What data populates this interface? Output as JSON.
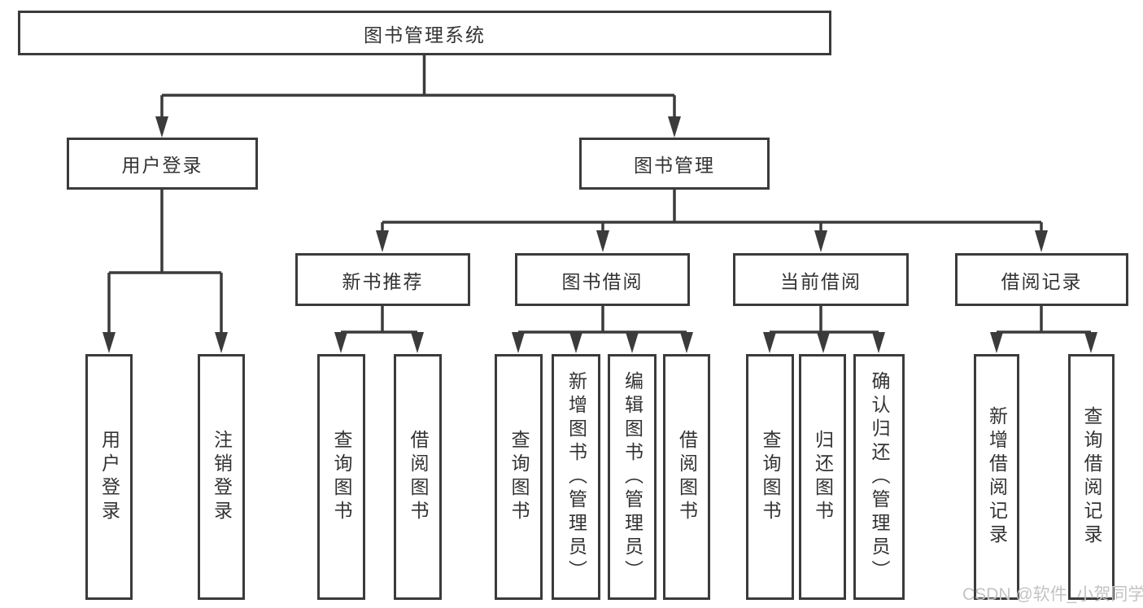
{
  "nodes": {
    "root": "图书管理系统",
    "user_login": "用户登录",
    "book_mgmt": "图书管理",
    "new_books": "新书推荐",
    "book_borrow": "图书借阅",
    "current_borrow": "当前借阅",
    "borrow_records": "借阅记录",
    "leaf_user_login": "用户登录",
    "leaf_logout": "注销登录",
    "leaf_nb_query": "查询图书",
    "leaf_nb_borrow": "借阅图书",
    "leaf_bb_query": "查询图书",
    "leaf_bb_add": "新增图书（管理员）",
    "leaf_bb_edit": "编辑图书（管理员）",
    "leaf_bb_borrow": "借阅图书",
    "leaf_cb_query": "查询图书",
    "leaf_cb_return": "归还图书",
    "leaf_cb_confirm": "确认归还（管理员）",
    "leaf_br_add": "新增借阅记录",
    "leaf_br_query": "查询借阅记录"
  },
  "hierarchy": {
    "root": [
      "user_login",
      "book_mgmt"
    ],
    "user_login": [
      "leaf_user_login",
      "leaf_logout"
    ],
    "book_mgmt": [
      "new_books",
      "book_borrow",
      "current_borrow",
      "borrow_records"
    ],
    "new_books": [
      "leaf_nb_query",
      "leaf_nb_borrow"
    ],
    "book_borrow": [
      "leaf_bb_query",
      "leaf_bb_add",
      "leaf_bb_edit",
      "leaf_bb_borrow"
    ],
    "current_borrow": [
      "leaf_cb_query",
      "leaf_cb_return",
      "leaf_cb_confirm"
    ],
    "borrow_records": [
      "leaf_br_add",
      "leaf_br_query"
    ]
  },
  "watermark": "CSDN @软件_小贺同学",
  "colors": {
    "line": "#3b3b3b",
    "text": "#333333",
    "watermark": "#c3c3c3",
    "background": "#ffffff"
  }
}
